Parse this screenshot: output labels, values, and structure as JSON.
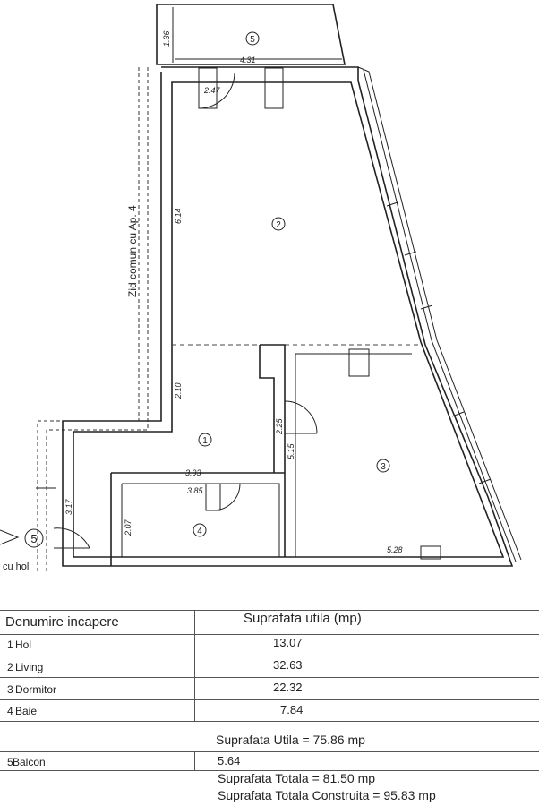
{
  "plan": {
    "wall_label": "Zid comun cu Ap. 4",
    "side_label": "cu hol",
    "room_markers": [
      "5",
      "2",
      "1",
      "3",
      "4",
      "5"
    ],
    "dimensions": {
      "balcony_depth": "1.36",
      "balcony_width": "4.31",
      "door_width": "2.47",
      "living_length": "6.14",
      "hall_length": "2.10",
      "hall_side": "2.25",
      "bedroom_side": "5.15",
      "bath_top": "3.93",
      "bath_inner": "3.85",
      "bath_height": "2.07",
      "left_wing": "3.17",
      "bedroom_width": "5.28"
    }
  },
  "table": {
    "header_name": "Denumire incapere",
    "header_area": "Suprafata utila (mp)",
    "rows": [
      {
        "num": "1",
        "name": "Hol",
        "area": "13.07"
      },
      {
        "num": "2",
        "name": "Living",
        "area": "32.63"
      },
      {
        "num": "3",
        "name": "Dormitor",
        "area": "22.32"
      },
      {
        "num": "4",
        "name": "Baie",
        "area": "7.84"
      }
    ],
    "util_total": "Suprafata Utila = 75.86 mp",
    "balcony": {
      "num": "5",
      "name": "Balcon",
      "area": "5.64"
    },
    "total": "Suprafata Totala = 81.50 mp",
    "total_built": "Suprafata Totala Construita = 95.83 mp"
  }
}
